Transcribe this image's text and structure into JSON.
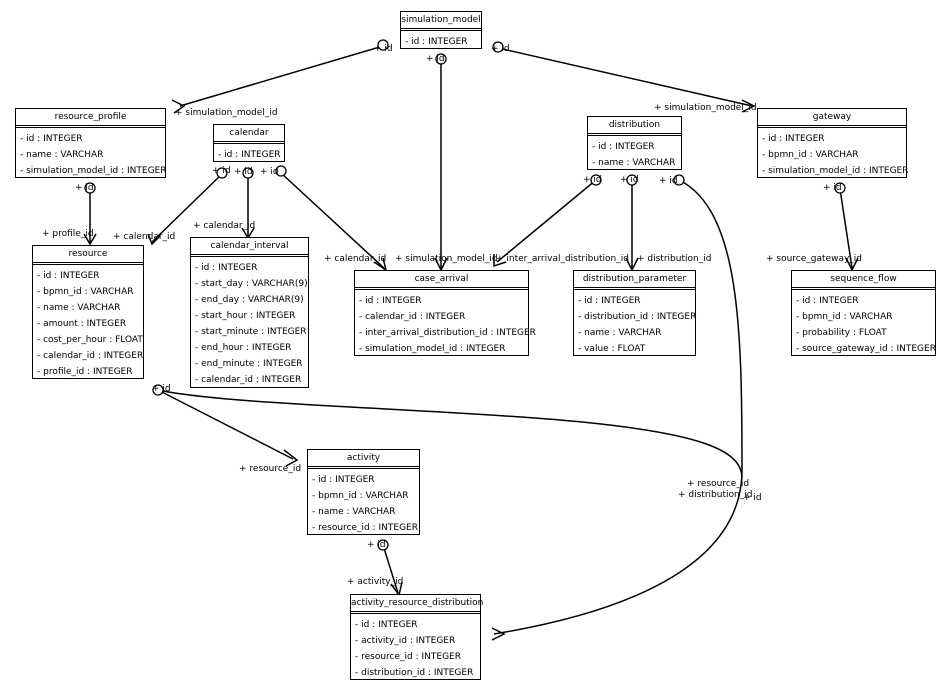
{
  "entities": {
    "simulation_model": {
      "name": "simulation_model",
      "attrs": [
        "- id : INTEGER"
      ]
    },
    "resource_profile": {
      "name": "resource_profile",
      "attrs": [
        "- id : INTEGER",
        "- name : VARCHAR",
        "- simulation_model_id : INTEGER"
      ]
    },
    "calendar": {
      "name": "calendar",
      "attrs": [
        "- id : INTEGER"
      ]
    },
    "distribution": {
      "name": "distribution",
      "attrs": [
        "- id : INTEGER",
        "- name : VARCHAR"
      ]
    },
    "gateway": {
      "name": "gateway",
      "attrs": [
        "- id : INTEGER",
        "- bpmn_id : VARCHAR",
        "- simulation_model_id : INTEGER"
      ]
    },
    "resource": {
      "name": "resource",
      "attrs": [
        "- id : INTEGER",
        "- bpmn_id : VARCHAR",
        "- name : VARCHAR",
        "- amount : INTEGER",
        "- cost_per_hour : FLOAT",
        "- calendar_id : INTEGER",
        "- profile_id : INTEGER"
      ]
    },
    "calendar_interval": {
      "name": "calendar_interval",
      "attrs": [
        "- id : INTEGER",
        "- start_day : VARCHAR(9)",
        "- end_day : VARCHAR(9)",
        "- start_hour : INTEGER",
        "- start_minute : INTEGER",
        "- end_hour : INTEGER",
        "- end_minute : INTEGER",
        "- calendar_id : INTEGER"
      ]
    },
    "case_arrival": {
      "name": "case_arrival",
      "attrs": [
        "- id : INTEGER",
        "- calendar_id : INTEGER",
        "- inter_arrival_distribution_id : INTEGER",
        "- simulation_model_id : INTEGER"
      ]
    },
    "distribution_parameter": {
      "name": "distribution_parameter",
      "attrs": [
        "- id : INTEGER",
        "- distribution_id : INTEGER",
        "- name : VARCHAR",
        "- value : FLOAT"
      ]
    },
    "sequence_flow": {
      "name": "sequence_flow",
      "attrs": [
        "- id : INTEGER",
        "- bpmn_id : VARCHAR",
        "- probability : FLOAT",
        "- source_gateway_id : INTEGER"
      ]
    },
    "activity": {
      "name": "activity",
      "attrs": [
        "- id : INTEGER",
        "- bpmn_id : VARCHAR",
        "- name : VARCHAR",
        "- resource_id : INTEGER"
      ]
    },
    "activity_resource_distribution": {
      "name": "activity_resource_distribution",
      "attrs": [
        "- id : INTEGER",
        "- activity_id : INTEGER",
        "- resource_id : INTEGER",
        "- distribution_id : INTEGER"
      ]
    }
  },
  "labels": {
    "sm_id_left": "+ id",
    "sm_id_mid": "+ id",
    "sm_id_right": "+ id",
    "rp_sm_id": "+ simulation_model_id",
    "gw_sm_id": "+ simulation_model_id",
    "rp_id": "+ id",
    "res_profile_id": "+ profile_id",
    "cal_id_a": "+ id",
    "cal_id_b": "+ id",
    "cal_id_c": "+ id",
    "res_calendar_id": "+ calendar_id",
    "ci_calendar_id": "+ calendar_id",
    "ca_calendar_id": "+ calendar_id",
    "ca_sm_id": "+ simulation_model_id",
    "ca_iad_id": "+ inter_arrival_distribution_id",
    "dist_id_a": "+ id",
    "dist_id_b": "+ id",
    "dist_id_c": "+ id",
    "dp_distribution_id": "+ distribution_id",
    "gw_id": "+ id",
    "sf_source_gateway_id": "+ source_gateway_id",
    "res_id": "+ id",
    "act_resource_id": "+ resource_id",
    "act_id": "+ id",
    "ard_activity_id": "+ activity_id",
    "ard_resource_id": "+ resource_id",
    "ard_distribution_id": "+ distribution_id",
    "dist_id_far": "+ id"
  }
}
